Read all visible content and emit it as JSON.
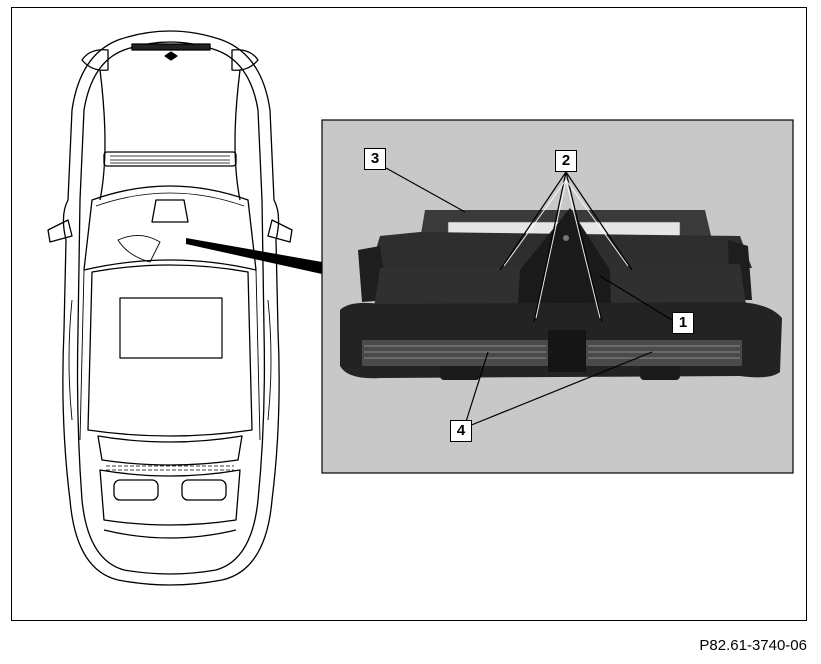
{
  "figure_code": "P82.61-3740-06",
  "callouts": {
    "c1": "1",
    "c2": "2",
    "c3": "3",
    "c4": "4"
  },
  "colors": {
    "photo_background": "#c8c8c8",
    "component": "#2a2a2a",
    "outline": "#000000"
  }
}
